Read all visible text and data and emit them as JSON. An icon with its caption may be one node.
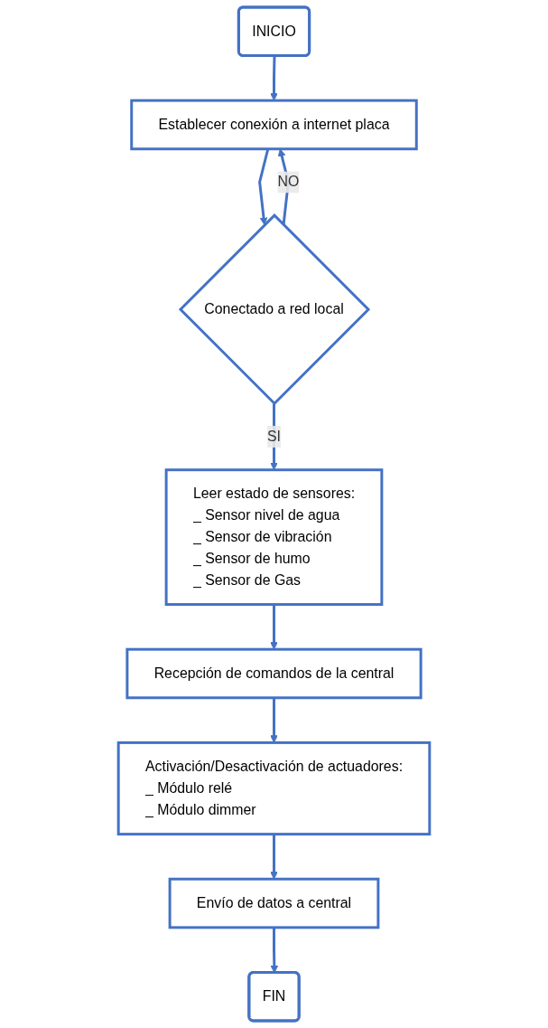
{
  "diagram": {
    "nodes": [
      {
        "text": [
          "INICIO"
        ]
      },
      {
        "text": [
          "Establecer conexión a internet placa"
        ]
      },
      {
        "text": [
          "Conectado a red local"
        ]
      },
      {
        "text": [
          "Leer estado de sensores:",
          "_ Sensor nivel de agua",
          "_ Sensor de vibración",
          "_ Sensor de humo",
          "_ Sensor de Gas"
        ]
      },
      {
        "text": [
          "Recepción de comandos de la central"
        ]
      },
      {
        "text": [
          "Activación/Desactivación de actuadores:",
          "_ Módulo relé",
          "_ Módulo dimmer"
        ]
      },
      {
        "text": [
          "Envío de datos a central"
        ]
      },
      {
        "text": [
          "FIN"
        ]
      }
    ],
    "edges": [
      {
        "from": 0,
        "to": 1,
        "arrow": "to"
      },
      {
        "from": 1,
        "to": 2,
        "arrow": "to"
      },
      {
        "from": 2,
        "to": 1,
        "arrow": "to",
        "label": "NO"
      },
      {
        "from": 2,
        "to": 3,
        "arrow": "to",
        "label": "SI"
      },
      {
        "from": 3,
        "to": 4,
        "arrow": "to"
      },
      {
        "from": 4,
        "to": 5,
        "arrow": "to"
      },
      {
        "from": 5,
        "to": 6,
        "arrow": "to"
      },
      {
        "from": 6,
        "to": 7,
        "arrow": "to"
      }
    ]
  }
}
